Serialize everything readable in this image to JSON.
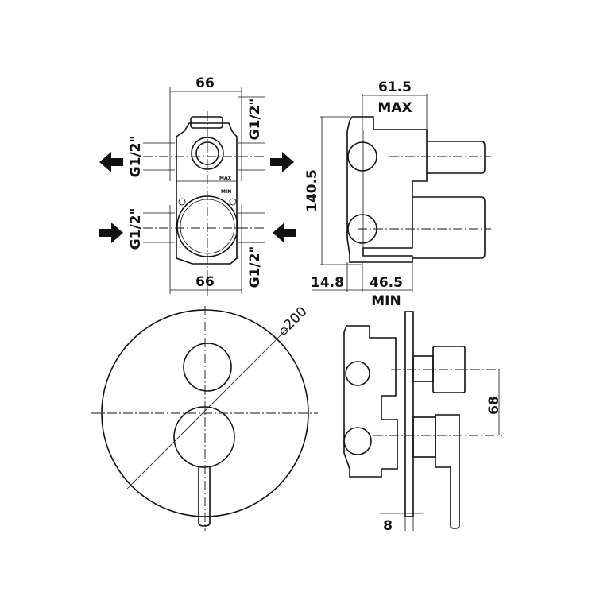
{
  "front_body_view": {
    "width_top": "66",
    "width_bottom": "66",
    "thread_left_top": "G1/2\"",
    "thread_left_bottom": "G1/2\"",
    "thread_right_top": "G1/2\"",
    "thread_right_bottom": "G1/2\"",
    "mark_max": "MAX",
    "mark_min": "MIN"
  },
  "side_body_view": {
    "height": "140.5",
    "depth_max_value": "61.5",
    "depth_max_label": "MAX",
    "plate_offset": "14.8",
    "depth_min_value": "46.5",
    "depth_min_label": "MIN"
  },
  "plate_front_view": {
    "diameter": "⌀200"
  },
  "assembled_side_view": {
    "axis_distance": "68",
    "plate_thickness": "8"
  }
}
